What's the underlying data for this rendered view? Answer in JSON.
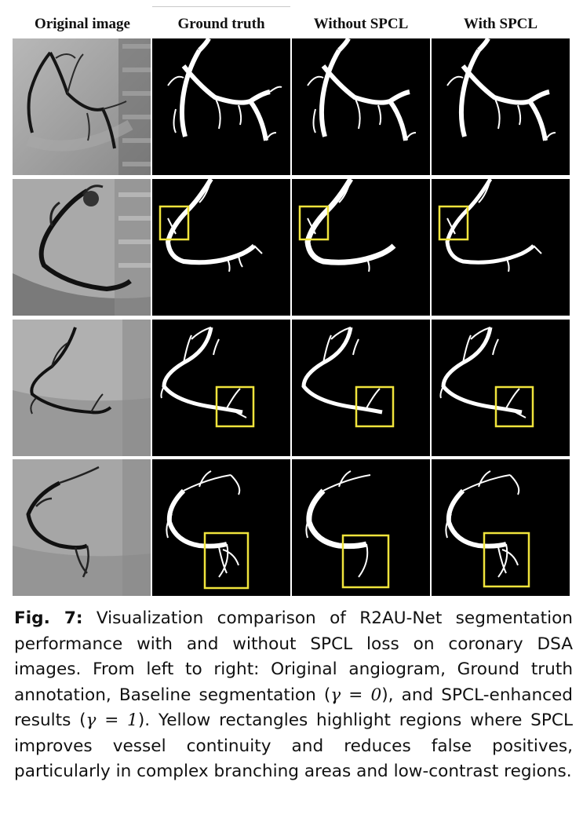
{
  "figure": {
    "column_headers": [
      "Original image",
      "Ground truth",
      "Without SPCL",
      "With SPCL"
    ],
    "rows": [
      {
        "highlight": "none"
      },
      {
        "highlight": "upper-left"
      },
      {
        "highlight": "lower-right"
      },
      {
        "highlight": "lower-right-large"
      }
    ],
    "highlight_color": "#f0e43c"
  },
  "caption": {
    "label": "Fig. 7:",
    "text_1": " Visualization comparison of R2AU-Net segmentation performance with and without SPCL loss on coronary DSA images. From left to right: Original angiogram, Ground truth annotation, Baseline segmentation (",
    "math_1": "γ = 0",
    "text_2": "), and SPCL-enhanced results (",
    "math_2": "γ = 1",
    "text_3": "). Yellow rectangles highlight regions where SPCL improves vessel continuity and reduces false positives, particularly in complex branching areas and low-contrast regions."
  }
}
